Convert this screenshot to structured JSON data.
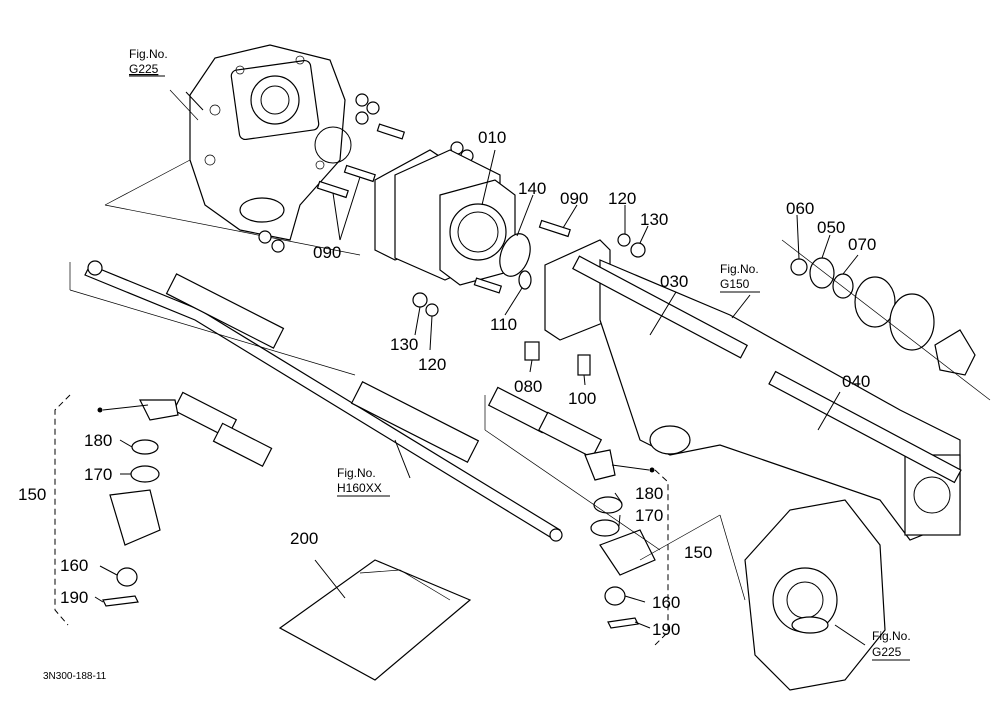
{
  "diagram_code": "3N300-188-11",
  "fig_refs": {
    "top_left": {
      "line1": "Fig.No.",
      "line2": "G225"
    },
    "center": {
      "line1": "Fig.No.",
      "line2": "H160XX"
    },
    "right_mid": {
      "line1": "Fig.No.",
      "line2": "G150"
    },
    "bottom_right": {
      "line1": "Fig.No.",
      "line2": "G225"
    }
  },
  "part_numbers": {
    "p010": "010",
    "p030": "030",
    "p040": "040",
    "p050": "050",
    "p060": "060",
    "p070": "070",
    "p080": "080",
    "p090_top": "090",
    "p090_left": "090",
    "p100": "100",
    "p110": "110",
    "p120_top": "120",
    "p120_left": "120",
    "p130_top": "130",
    "p130_left": "130",
    "p140": "140",
    "p150_left": "150",
    "p150_right": "150",
    "p160_left": "160",
    "p160_right": "160",
    "p170_left": "170",
    "p170_right": "170",
    "p180_left": "180",
    "p180_right": "180",
    "p190_left": "190",
    "p190_right": "190",
    "p200": "200"
  }
}
